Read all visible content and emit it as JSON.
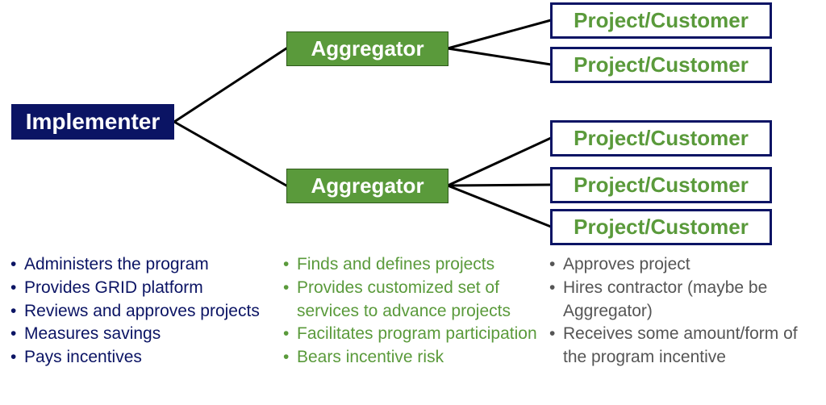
{
  "diagram": {
    "implementer": {
      "label": "Implementer"
    },
    "aggregators": [
      {
        "label": "Aggregator"
      },
      {
        "label": "Aggregator"
      }
    ],
    "projects": [
      {
        "label": "Project/Customer"
      },
      {
        "label": "Project/Customer"
      },
      {
        "label": "Project/Customer"
      },
      {
        "label": "Project/Customer"
      },
      {
        "label": "Project/Customer"
      }
    ]
  },
  "responsibilities": {
    "implementer": [
      "Administers the program",
      "Provides GRID platform",
      "Reviews and approves projects",
      "Measures savings",
      "Pays incentives"
    ],
    "aggregator": [
      "Finds and defines projects",
      "Provides customized set of services to advance projects",
      "Facilitates program participation",
      "Bears incentive risk"
    ],
    "project_customer": [
      "Approves project",
      "Hires contractor (maybe be Aggregator)",
      "Receives some amount/form of the program incentive"
    ]
  },
  "colors": {
    "implementer": "#0b1464",
    "aggregator": "#5a9a3b",
    "customer_text": "#555555",
    "connector": "#000000"
  }
}
